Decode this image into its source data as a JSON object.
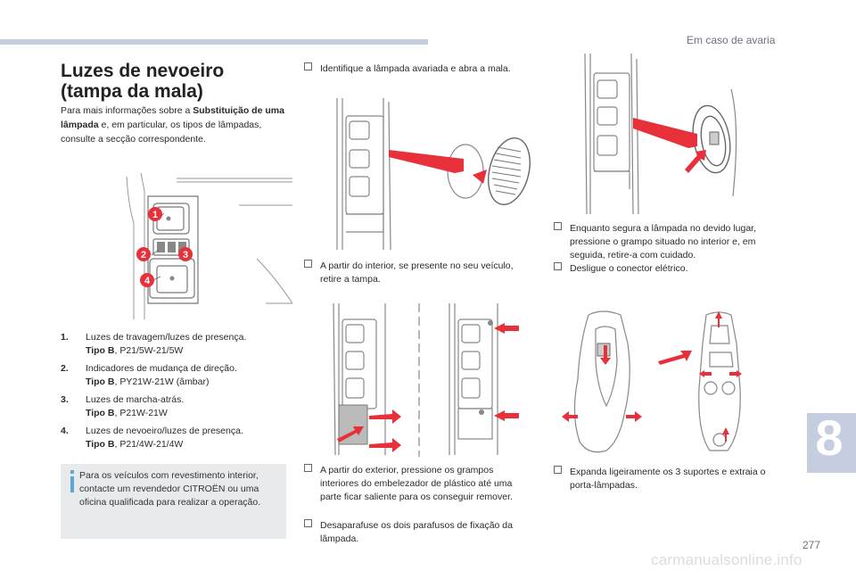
{
  "header": {
    "section": "Em caso de avaria"
  },
  "title": "Luzes de nevoeiro (tampa da mala)",
  "intro": {
    "pre": "Para mais informações sobre a ",
    "bold1": "Substituição de uma lâmpada",
    "mid": " e, em particular, os tipos de lâmpadas, consulte a secção correspondente."
  },
  "callouts": [
    "1",
    "2",
    "3",
    "4"
  ],
  "lamp_list": [
    {
      "num": "1.",
      "text": "Luzes de travagem/luzes de presença.",
      "tipo": "Tipo B",
      "spec": ", P21/5W-21/5W"
    },
    {
      "num": "2.",
      "text": "Indicadores de mudança de direção.",
      "tipo": "Tipo B",
      "spec": ", PY21W-21W (âmbar)"
    },
    {
      "num": "3.",
      "text": "Luzes de marcha-atrás.",
      "tipo": "Tipo B",
      "spec": ", P21W-21W"
    },
    {
      "num": "4.",
      "text": "Luzes de nevoeiro/luzes de presença.",
      "tipo": "Tipo B",
      "spec": ", P21/4W-21/4W"
    }
  ],
  "info_note": "Para os veículos com revestimento interior, contacte um revendedor CITROËN ou uma oficina qualificada para realizar a operação.",
  "steps": {
    "s1": "Identifique a lâmpada avariada e abra a mala.",
    "s2": "A partir do interior, se presente no seu veículo, retire a tampa.",
    "s3": "A partir do exterior, pressione os grampos interiores do embelezador de plástico até uma parte ficar saliente para os conseguir remover.",
    "s4": "Desaparafuse os dois parafusos de fixação da lâmpada.",
    "s5": "Enquanto segura a lâmpada no devido lugar, pressione o grampo situado no interior e, em seguida, retire-a com cuidado.",
    "s6": "Desligue o conector elétrico.",
    "s7": "Expanda ligeiramente os 3 suportes e extraia o porta-lâmpadas."
  },
  "chapter": "8",
  "page_number": "277",
  "watermark": "carmanualsonline.info",
  "colors": {
    "accent": "#e8303a",
    "tab": "#c5cde0",
    "infobox": "#e9eaec",
    "info_icon": "#5aa8dc"
  }
}
